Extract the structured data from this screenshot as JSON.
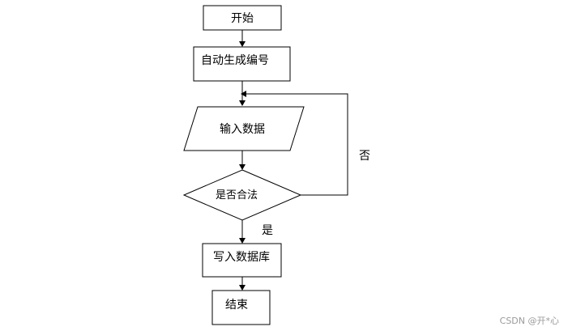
{
  "diagram": {
    "nodes": {
      "start": "开始",
      "auto_number": "自动生成编号",
      "input_data": "输入数据",
      "is_valid": "是否合法",
      "write_db": "写入数据库",
      "end": "结束"
    },
    "edges": {
      "yes": "是",
      "no": "否"
    }
  },
  "watermark": "CSDN @开*心"
}
